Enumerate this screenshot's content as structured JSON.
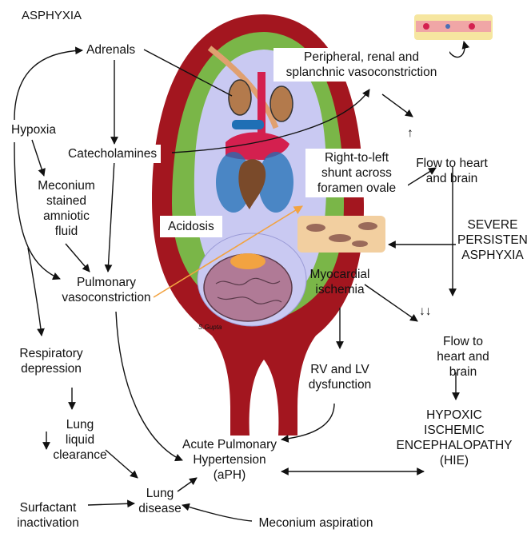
{
  "title": "ASPHYXIA",
  "labels": {
    "adrenals": "Adrenals",
    "hypoxia": "Hypoxia",
    "catecholamines": "Catecholamines",
    "meconium_stained": "Meconium\nstained\namniotic\nfluid",
    "acidosis": "Acidosis",
    "pulmonary_vasoconstriction": "Pulmonary\nvasoconstriction",
    "respiratory_depression": "Respiratory\ndepression",
    "lung_liquid_clearance": "Lung\nliquid\nclearance",
    "surfactant_inactivation": "Surfactant\ninactivation",
    "lung_disease": "Lung\ndisease",
    "meconium_aspiration": "Meconium aspiration",
    "acute_pulmonary_hypertension": "Acute Pulmonary\nHypertension\n(aPH)",
    "rv_lv_dysfunction": "RV and LV\ndysfunction",
    "myocardial_ischemia": "Myocardial\nischemia",
    "peripheral_vasoconstriction": "Peripheral, renal and\nsplanchnic vasoconstriction",
    "flow_up_label": "Flow to heart\nand brain",
    "flow_up_arrow": "↑",
    "shunt": "Right-to-left\nshunt across\nforamen ovale",
    "severe_persistent_asphyxia": "SEVERE\nPERSISTENT\nASPHYXIA",
    "flow_down_label": "Flow to\nheart and\nbrain",
    "flow_down_arrows": "↓↓",
    "hie": "HYPOXIC\nISCHEMIC\nENCEPHALOPATHY\n(HIE)"
  },
  "illustration": {
    "uterus_color": "#a3161f",
    "placenta_color": "#7ab648",
    "fetus_color": "#c9c9f2",
    "heart_color": "#d4204f",
    "kidney_color": "#b37a4c",
    "lung_color": "#1f6fb5",
    "brain_color": "#b07a96",
    "vessel_color": "#e0a070",
    "signature": "S.Gupta"
  },
  "arrow_color": "#111111",
  "accent_arrow_color": "#f2a341"
}
